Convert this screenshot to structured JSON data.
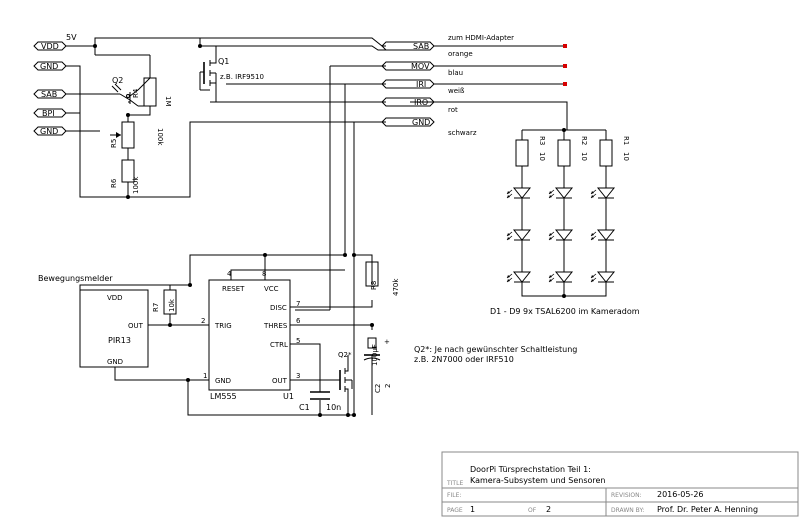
{
  "connectors": {
    "left": [
      "VDD",
      "GND",
      "SAB",
      "BPI",
      "GND"
    ],
    "right": [
      "SAB",
      "MOV",
      "IRI",
      "IRO",
      "GND"
    ]
  },
  "rail_label": "5V",
  "cable": {
    "header": "zum HDMI-Adapter",
    "colors": [
      "orange",
      "blau",
      "weiß",
      "rot",
      "schwarz"
    ]
  },
  "components": {
    "q1": {
      "name": "Q1",
      "part": "z.B. IRF9510"
    },
    "q2": {
      "name": "Q2"
    },
    "r4": {
      "name": "R4",
      "value": "1M"
    },
    "r5": {
      "name": "R5",
      "value": "100k"
    },
    "r6": {
      "name": "R6",
      "value": "100k"
    },
    "r3": {
      "name": "R3",
      "value": "10"
    },
    "r2": {
      "name": "R2",
      "value": "10"
    },
    "r1": {
      "name": "R1",
      "value": "10"
    },
    "led_note": "D1 - D9 9x TSAL6200 im Kameradom",
    "motion_label": "Bewegungsmelder",
    "pir": {
      "name": "PIR13",
      "vdd": "VDD",
      "out": "OUT",
      "gnd": "GND"
    },
    "r7": {
      "name": "R7",
      "value": "10k"
    },
    "r8": {
      "name": "R8",
      "value": "470k"
    },
    "ic": {
      "name": "U1",
      "part": "LM555",
      "pins_left": [
        {
          "num": "4",
          "name": "RESET"
        },
        {
          "num": "2",
          "name": "TRIG"
        },
        {
          "num": "1",
          "name": "GND"
        }
      ],
      "pins_top": [
        {
          "num": "8",
          "name": "VCC"
        }
      ],
      "pins_right": [
        {
          "num": "7",
          "name": "DISC"
        },
        {
          "num": "6",
          "name": "THRES"
        },
        {
          "num": "5",
          "name": "CTRL"
        },
        {
          "num": "3",
          "name": "OUT"
        }
      ]
    },
    "c1": {
      "name": "C1",
      "value": "10n"
    },
    "c2": {
      "name": "C2",
      "value": "100µF",
      "pin2": "2"
    },
    "q2b": {
      "name": "Q2*"
    },
    "note_line1": "Q2*: Je nach gewünschter Schaltleistung",
    "note_line2": "z.B. 2N7000 oder IRF510"
  },
  "title_block": {
    "title_label": "TITLE",
    "title_line1": "DoorPi Türsprechstation Teil 1:",
    "title_line2": "Kamera-Subsystem und Sensoren",
    "file_label": "FILE:",
    "file_value": "",
    "page_label": "PAGE",
    "page_value": "1",
    "of_label": "OF",
    "of_value": "2",
    "revision_label": "REVISION:",
    "revision_value": "2016-05-26",
    "drawn_label": "DRAWN BY:",
    "drawn_value": "Prof. Dr. Peter A. Henning"
  }
}
